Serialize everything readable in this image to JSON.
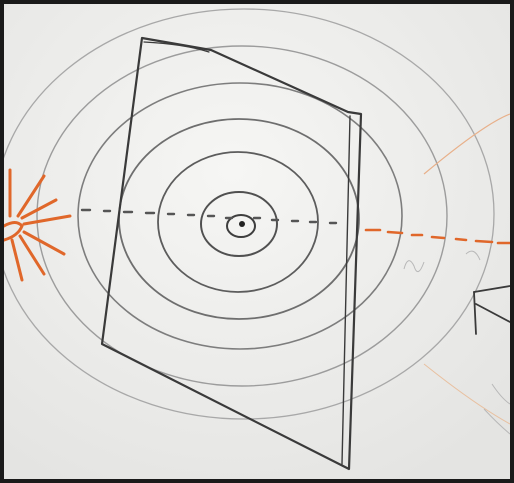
{
  "sketch": {
    "paper_color": "#efefed",
    "pencil_color": "#4a4a4a",
    "faint_color": "#9a9a9a",
    "marker_color": "#e0672a",
    "elements": [
      "concentric-wave-rings",
      "tilted-rectangle-plane",
      "sun-burst",
      "dotted-axis-line",
      "small-square-right"
    ]
  }
}
